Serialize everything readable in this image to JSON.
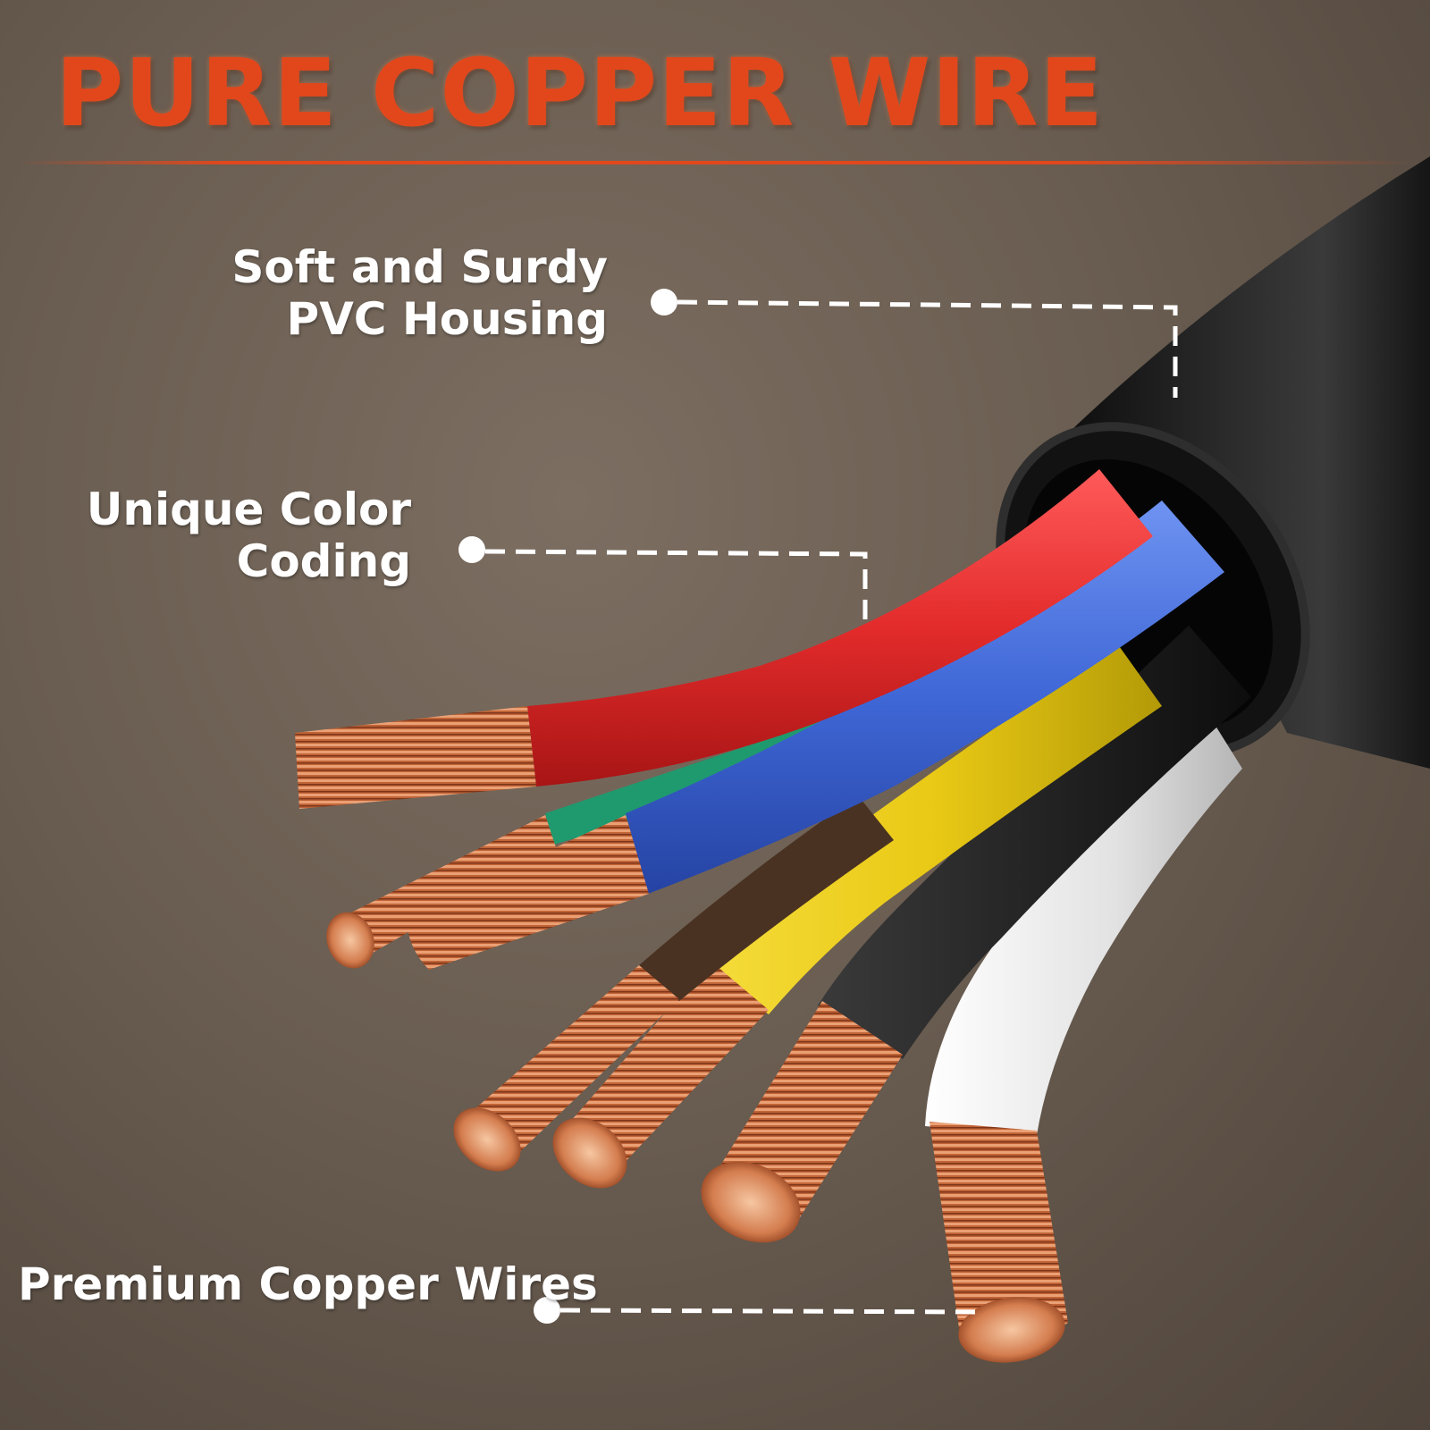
{
  "headline": "PURE COPPER WIRE",
  "callouts": {
    "housing": {
      "line1": "Soft and Surdy",
      "line2": "PVC Housing"
    },
    "color_coding": {
      "line1": "Unique Color",
      "line2": "Coding"
    },
    "copper": {
      "line1": "Premium Copper Wires"
    }
  },
  "colors": {
    "accent": "#e2471c",
    "background": "#6f6256",
    "jacket": "#1c1c1c",
    "wire_red": "#e32b2b",
    "wire_blue": "#3f67d6",
    "wire_green": "#1f9a6e",
    "wire_brown": "#4a3222",
    "wire_yellow": "#e9c915",
    "wire_black": "#242424",
    "wire_white": "#e2e2e2",
    "copper": "#c7693e"
  }
}
